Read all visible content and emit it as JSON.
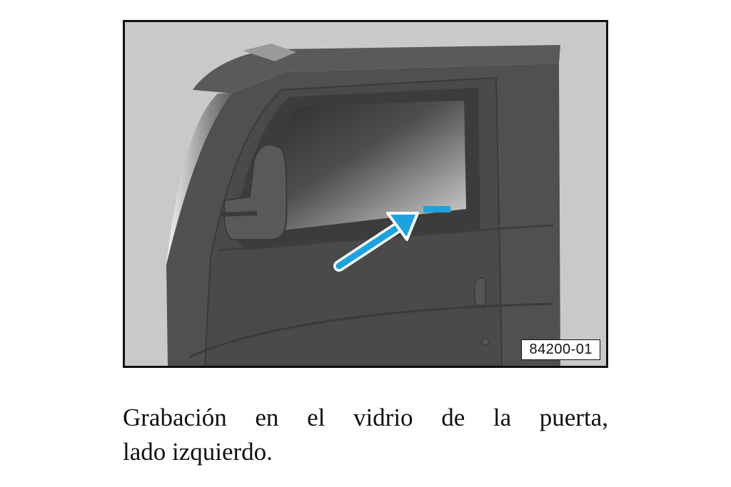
{
  "figure": {
    "code": "84200-01",
    "marker_color": "#1aa3df",
    "illustration": "truck-cab-left-door"
  },
  "caption": {
    "line1_words": [
      "Grabación",
      "en",
      "el",
      "vidrio",
      "de",
      "la",
      "puerta,"
    ],
    "line2": "lado izquierdo."
  }
}
